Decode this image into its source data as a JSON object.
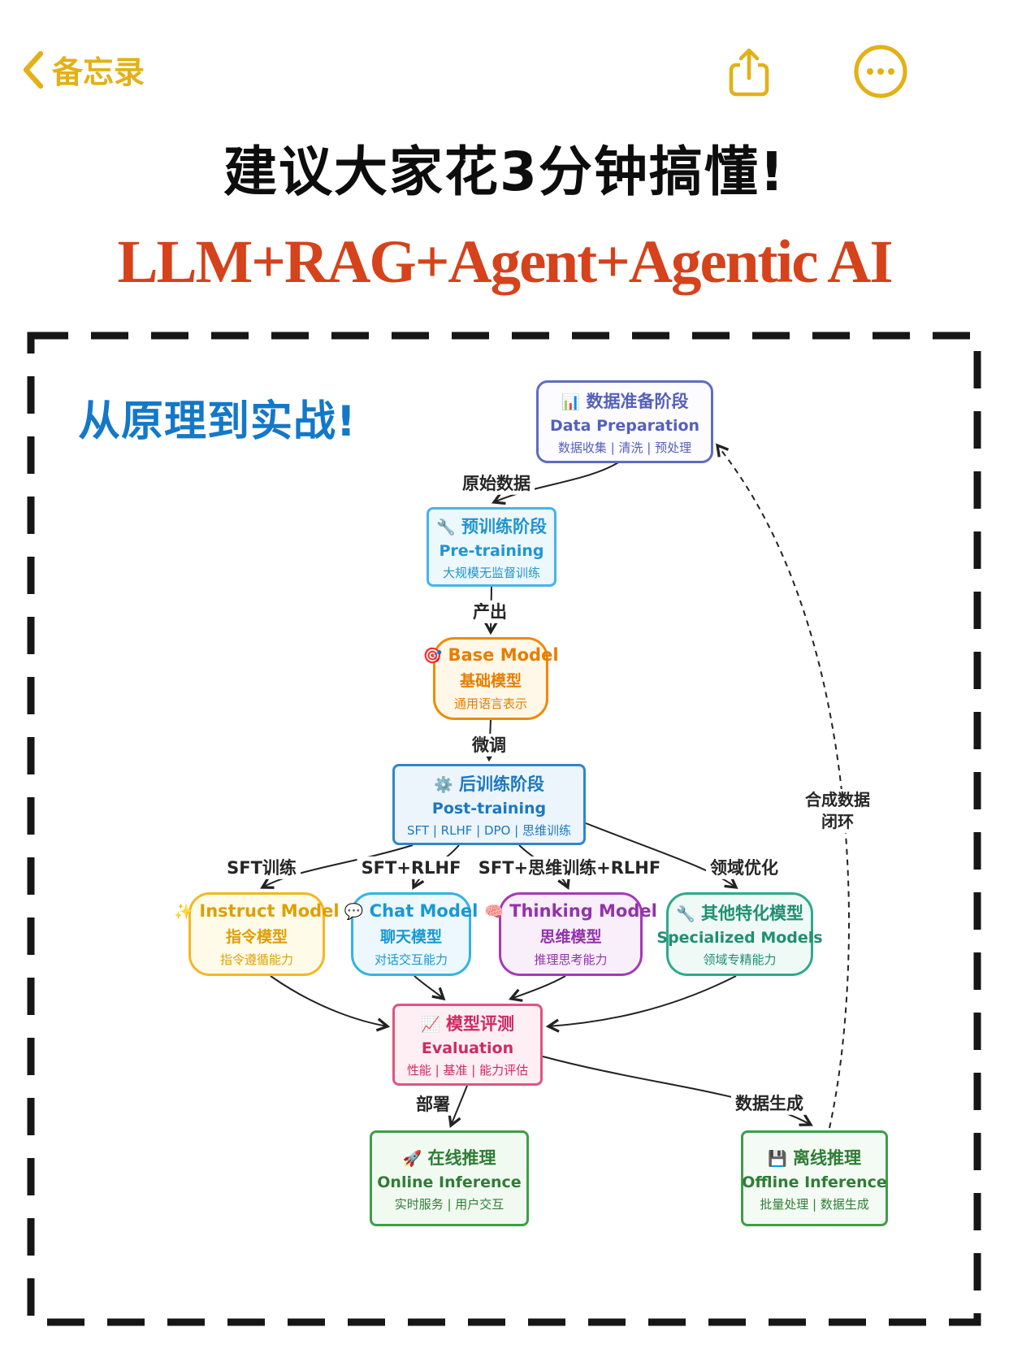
{
  "navbar": {
    "back_label": "备忘录"
  },
  "header": {
    "title": "建议大家花3分钟搞懂!",
    "subtitle": "LLM+RAG+Agent+Agentic AI"
  },
  "board": {
    "slogan": "从原理到实战!"
  },
  "colors": {
    "ios_accent": "#e3b117",
    "subtitle_red": "#d5421b",
    "slogan_blue": "#1478c8",
    "dataprep_indigo": "#5f6cc0",
    "pretrain_sky": "#46b4e9",
    "base_orange": "#f08a00",
    "post_blue": "#2f86c9",
    "instruct_yellow": "#f3b723",
    "chat_cyan": "#35b2e4",
    "thinking_purple": "#a43ab8",
    "specialized_teal": "#2fa98c",
    "eval_pink": "#dd5680",
    "inference_green": "#3f9e49"
  },
  "nodes": {
    "data_prep": {
      "icon": "📊",
      "title": "数据准备阶段",
      "en": "Data Preparation",
      "sub": "数据收集 | 清洗 | 预处理"
    },
    "pre_training": {
      "icon": "🔧",
      "title": "预训练阶段",
      "en": "Pre-training",
      "sub": "大规模无监督训练"
    },
    "base_model": {
      "icon": "🎯",
      "title": "Base Model",
      "en": "基础模型",
      "sub": "通用语言表示"
    },
    "post_training": {
      "icon": "⚙️",
      "title": "后训练阶段",
      "en": "Post-training",
      "sub": "SFT | RLHF | DPO | 思维训练"
    },
    "instruct": {
      "icon": "✨",
      "title": "Instruct Model",
      "en": "指令模型",
      "sub": "指令遵循能力"
    },
    "chat": {
      "icon": "💬",
      "title": "Chat Model",
      "en": "聊天模型",
      "sub": "对话交互能力"
    },
    "thinking": {
      "icon": "🧠",
      "title": "Thinking Model",
      "en": "思维模型",
      "sub": "推理思考能力"
    },
    "specialized": {
      "icon": "🔧",
      "title": "其他特化模型",
      "en": "Specialized Models",
      "sub": "领域专精能力"
    },
    "evaluation": {
      "icon": "📈",
      "title": "模型评测",
      "en": "Evaluation",
      "sub": "性能 | 基准 | 能力评估"
    },
    "online": {
      "icon": "🚀",
      "title": "在线推理",
      "en": "Online Inference",
      "sub": "实时服务 | 用户交互"
    },
    "offline": {
      "icon": "💾",
      "title": "离线推理",
      "en": "Offline Inference",
      "sub": "批量处理 | 数据生成"
    }
  },
  "edges": {
    "raw_data": "原始数据",
    "produce": "产出",
    "finetune": "微调",
    "sft": "SFT训练",
    "sft_rlhf": "SFT+RLHF",
    "sft_cot_rlhf": "SFT+思维训练+RLHF",
    "domain_opt": "领域优化",
    "deploy": "部署",
    "data_gen": "数据生成",
    "synth_line1": "合成数据",
    "synth_line2": "闭环"
  }
}
